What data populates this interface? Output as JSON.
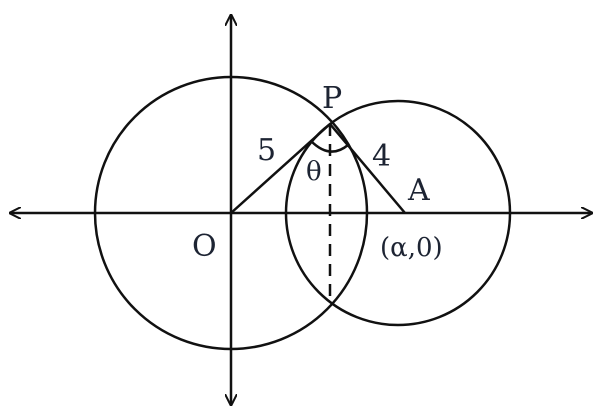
{
  "labels": {
    "point_p": "P",
    "origin": "O",
    "point_a": "A",
    "side_op": "5",
    "side_pa": "4",
    "angle": "θ",
    "coord_a": "(α,0)"
  },
  "colors": {
    "stroke": "#111111",
    "text": "#1d2433"
  }
}
